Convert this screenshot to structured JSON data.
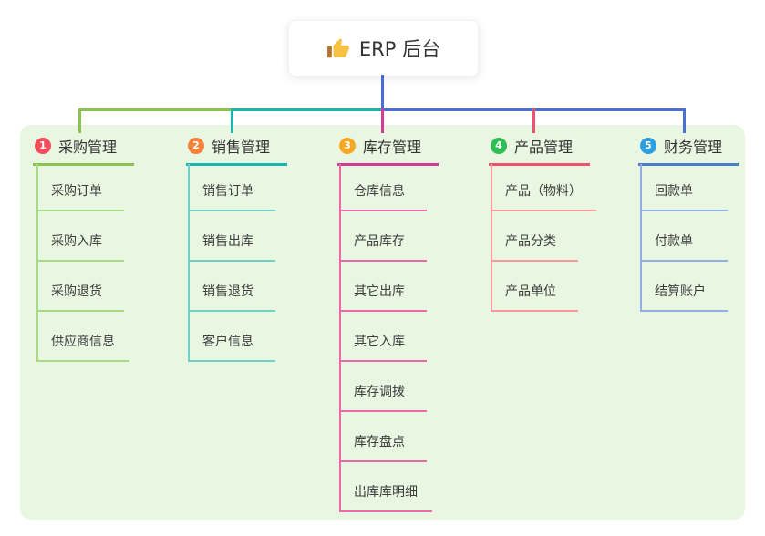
{
  "root": {
    "title": "ERP 后台",
    "icon": "thumbs-up-icon"
  },
  "panel": {
    "background": "#e9f6e2"
  },
  "connector_colors": {
    "root_line": "#4b6cd8",
    "purchasing": "#8bc34e",
    "sales": "#1ab5ad",
    "inventory": "#d23c94",
    "product": "#f0506e",
    "finance": "#4a7cd0"
  },
  "branches": [
    {
      "number": "1",
      "title": "采购管理",
      "badge_color": "#f24e5c",
      "line_color": "#8bc34e",
      "child_line_color": "#a8d983",
      "children": [
        "采购订单",
        "采购入库",
        "采购退货",
        "供应商信息"
      ]
    },
    {
      "number": "2",
      "title": "销售管理",
      "badge_color": "#f5823b",
      "line_color": "#1ab5ad",
      "child_line_color": "#6fd0c9",
      "children": [
        "销售订单",
        "销售出库",
        "销售退货",
        "客户信息"
      ]
    },
    {
      "number": "3",
      "title": "库存管理",
      "badge_color": "#f7a823",
      "line_color": "#d23c94",
      "child_line_color": "#ef66aa",
      "children": [
        "仓库信息",
        "产品库存",
        "其它出库",
        "其它入库",
        "库存调拨",
        "库存盘点",
        "出库库明细"
      ]
    },
    {
      "number": "4",
      "title": "产品管理",
      "badge_color": "#2fbe53",
      "line_color": "#f0506e",
      "child_line_color": "#f79a9e",
      "children": [
        "产品（物料）",
        "产品分类",
        "产品单位"
      ]
    },
    {
      "number": "5",
      "title": "财务管理",
      "badge_color": "#2d9fe0",
      "line_color": "#4a7cd0",
      "child_line_color": "#8fafe6",
      "children": [
        "回款单",
        "付款单",
        "结算账户"
      ]
    }
  ]
}
